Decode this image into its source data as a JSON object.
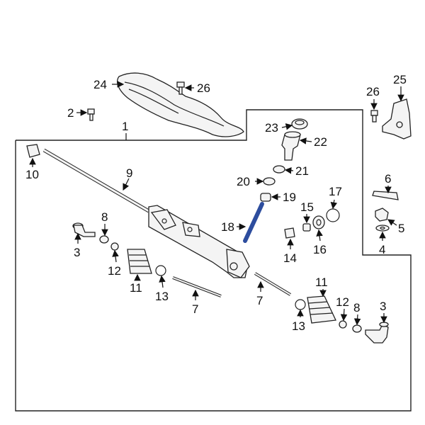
{
  "colors": {
    "highlight": "#2d4d9e",
    "line": "#222222",
    "bg": "#ffffff"
  },
  "callouts": {
    "c1": "1",
    "c2": "2",
    "c24": "24",
    "c26a": "26",
    "c26b": "26",
    "c25": "25",
    "c23": "23",
    "c22": "22",
    "c21": "21",
    "c20": "20",
    "c19": "19",
    "c10": "10",
    "c9": "9",
    "c18": "18",
    "c17": "17",
    "c15": "15",
    "c14": "14",
    "c16": "16",
    "c6": "6",
    "c5": "5",
    "c4": "4",
    "c8a": "8",
    "c3a": "3",
    "c12a": "12",
    "c11a": "11",
    "c13a": "13",
    "c7a": "7",
    "c7b": "7",
    "c11b": "11",
    "c12b": "12",
    "c8b": "8",
    "c3b": "3",
    "c13b": "13"
  },
  "highlighted_part": "18"
}
